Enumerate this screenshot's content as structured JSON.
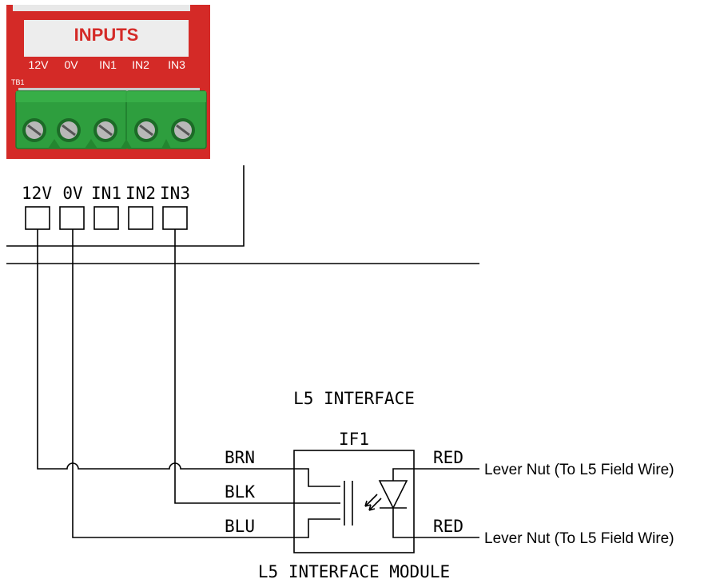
{
  "photo": {
    "header_label": "INPUTS",
    "terminal_labels": [
      "12V",
      "0V",
      "IN1",
      "IN2",
      "IN3"
    ],
    "block_label": "TB1",
    "colors": {
      "panel": "#d42a27",
      "label_bg": "#eeeeee",
      "label_text": "#d42a27",
      "terminal": "#2e9e3e"
    }
  },
  "schematic": {
    "terminals": [
      "12V",
      "0V",
      "IN1",
      "IN2",
      "IN3"
    ],
    "title": "L5 INTERFACE",
    "component_ref": "IF1",
    "module_label": "L5 INTERFACE MODULE",
    "wires": {
      "brown": "BRN",
      "black": "BLK",
      "blue": "BLU"
    },
    "outputs": [
      {
        "wire": "RED",
        "destination": "Lever Nut (To L5 Field Wire)"
      },
      {
        "wire": "RED",
        "destination": "Lever Nut (To L5 Field Wire)"
      }
    ]
  }
}
